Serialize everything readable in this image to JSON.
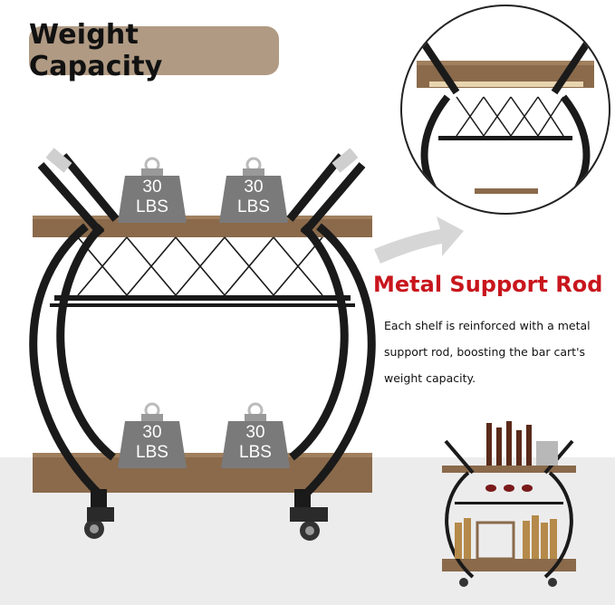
{
  "badge": {
    "title": "Weight Capacity"
  },
  "feature": {
    "heading": "Metal Support Rod",
    "lines": [
      "Each shelf is reinforced with a metal",
      "support rod, boosting the bar cart's",
      "weight capacity."
    ]
  },
  "weights": [
    {
      "number": "30",
      "unit": "LBS"
    },
    {
      "number": "30",
      "unit": "LBS"
    },
    {
      "number": "30",
      "unit": "LBS"
    },
    {
      "number": "30",
      "unit": "LBS"
    }
  ],
  "colors": {
    "badge": "#b09a83",
    "heading": "#c8161d",
    "wood": "#8a6a4b",
    "frame": "#1a1a1a",
    "weight": "#777777"
  }
}
